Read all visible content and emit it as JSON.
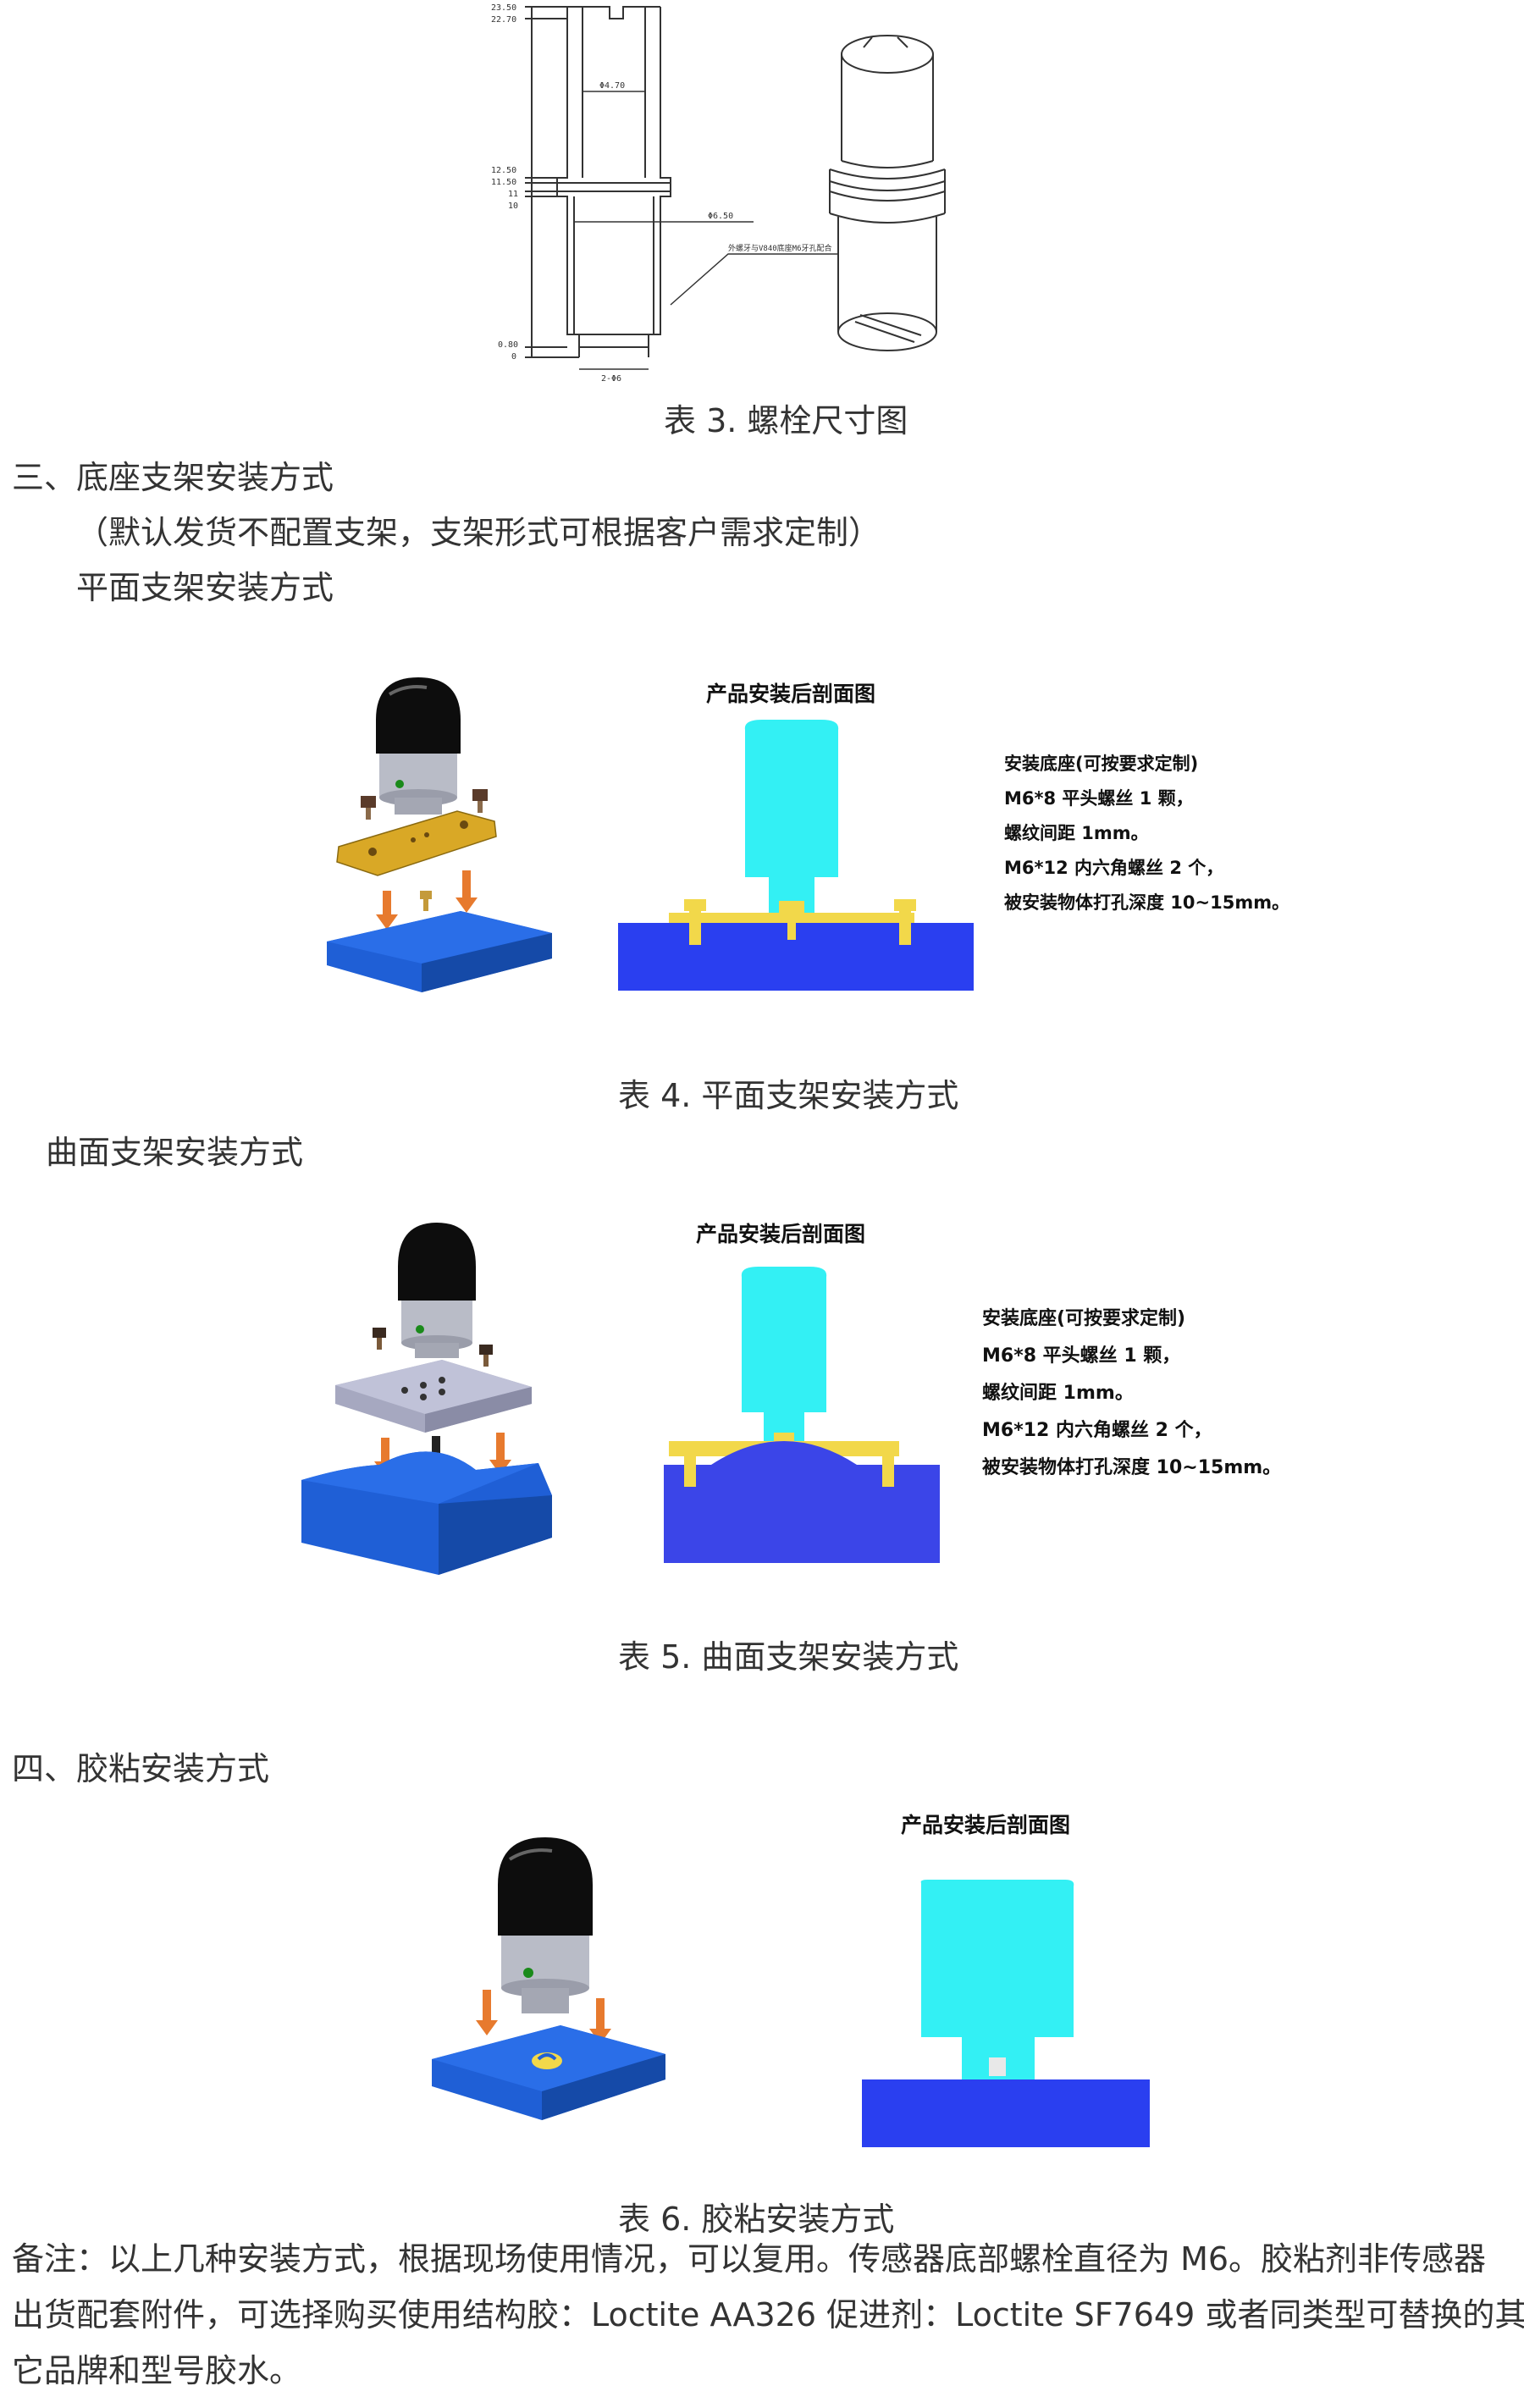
{
  "figure3": {
    "dims_left": [
      "23.50",
      "22.70",
      "12.50",
      "11.50",
      "11",
      "10",
      "0.80",
      "0"
    ],
    "dim_phi_top": "Φ4.70",
    "dim_phi_mid": "Φ6.50",
    "dim_bottom": "2-Φ6",
    "dim_note": "外螺牙与V840底座M6牙孔配合",
    "caption": "表 3. 螺栓尺寸图"
  },
  "section3": {
    "heading": "三、底座支架安装方式",
    "note": "（默认发货不配置支架，支架形式可根据客户需求定制）",
    "flat_title": "平面支架安装方式"
  },
  "figure4": {
    "section_title": "产品安装后剖面图",
    "notes": [
      "安装底座(可按要求定制)",
      "M6*8 平头螺丝 1 颗，",
      "螺纹间距 1mm。",
      "M6*12 内六角螺丝 2 个，",
      "被安装物体打孔深度 10~15mm。"
    ],
    "caption": "表 4. 平面支架安装方式"
  },
  "curved_title": "曲面支架安装方式",
  "figure5": {
    "section_title": "产品安装后剖面图",
    "notes": [
      "安装底座(可按要求定制)",
      "M6*8 平头螺丝 1 颗，",
      "螺纹间距 1mm。",
      "M6*12 内六角螺丝 2 个，",
      "被安装物体打孔深度 10~15mm。"
    ],
    "caption": "表 5. 曲面支架安装方式"
  },
  "section4": {
    "heading": "四、胶粘安装方式"
  },
  "figure6": {
    "section_title": "产品安装后剖面图",
    "caption": "表 6. 胶粘安装方式"
  },
  "remark": {
    "lines": [
      "备注：以上几种安装方式，根据现场使用情况，可以复用。传感器底部螺栓直径为 M6。胶粘剂非传感器",
      "出货配套附件，可选择购买使用结构胶：Loctite AA326 促进剂：Loctite SF7649 或者同类型可替换的其",
      "它品牌和型号胶水。"
    ]
  },
  "colors": {
    "cyan": "#33f0f4",
    "blue_block": "#2a3ff0",
    "yellow": "#f2d84a",
    "iso_blue": "#1f5fd6",
    "arrow_orange": "#e77a2e"
  }
}
